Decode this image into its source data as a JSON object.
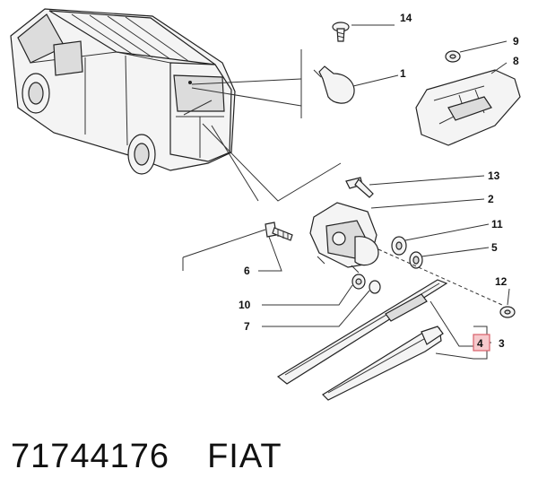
{
  "footer": {
    "part_number": "71744176",
    "brand": "FIAT"
  },
  "callouts": {
    "c1": "1",
    "c2": "2",
    "c3": "3",
    "c4": "4",
    "c5": "5",
    "c6": "6",
    "c7": "7",
    "c8": "8",
    "c9": "9",
    "c10": "10",
    "c11": "11",
    "c12": "12",
    "c13": "13",
    "c14": "14"
  },
  "colors": {
    "highlight_box_fill": "#f6c9cc",
    "highlight_box_stroke": "#d9606a",
    "line": "#333333"
  }
}
